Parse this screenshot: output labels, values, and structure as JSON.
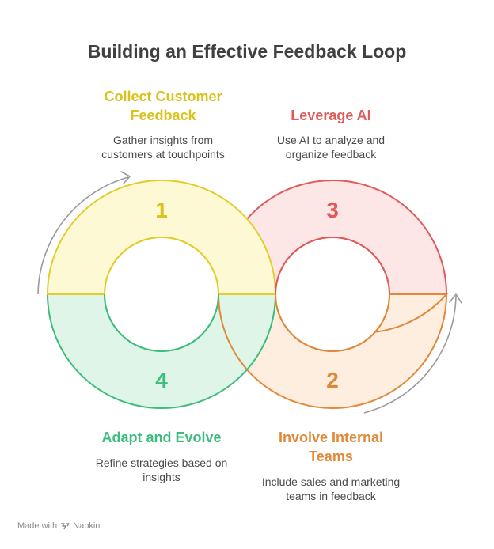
{
  "title": "Building an Effective Feedback Loop",
  "steps": [
    {
      "number": "1",
      "title": "Collect Customer Feedback",
      "title_line1": "Collect Customer",
      "title_line2": "Feedback",
      "desc_line1": "Gather insights from",
      "desc_line2": "customers at touchpoints"
    },
    {
      "number": "2",
      "title": "Involve Internal Teams",
      "title_line1": "Involve Internal",
      "title_line2": "Teams",
      "desc_line1": "Include sales and marketing",
      "desc_line2": "teams in feedback"
    },
    {
      "number": "3",
      "title": "Leverage AI",
      "title_line1": "Leverage AI",
      "title_line2": "",
      "desc_line1": "Use AI to analyze and",
      "desc_line2": "organize feedback"
    },
    {
      "number": "4",
      "title": "Adapt and Evolve",
      "title_line1": "Adapt and Evolve",
      "title_line2": "",
      "desc_line1": "Refine strategies based on",
      "desc_line2": "insights"
    }
  ],
  "colors": {
    "step1": "#e3cd2a",
    "step1_fill": "#fdf9d4",
    "step2": "#e0893a",
    "step2_fill": "#fdeee0",
    "step3": "#e05a5a",
    "step3_fill": "#fde6e6",
    "step4": "#3dbd7d",
    "step4_fill": "#dff5e8",
    "arrow": "#9a9a9a"
  },
  "footer": {
    "text": "Made with",
    "brand": "Napkin"
  }
}
